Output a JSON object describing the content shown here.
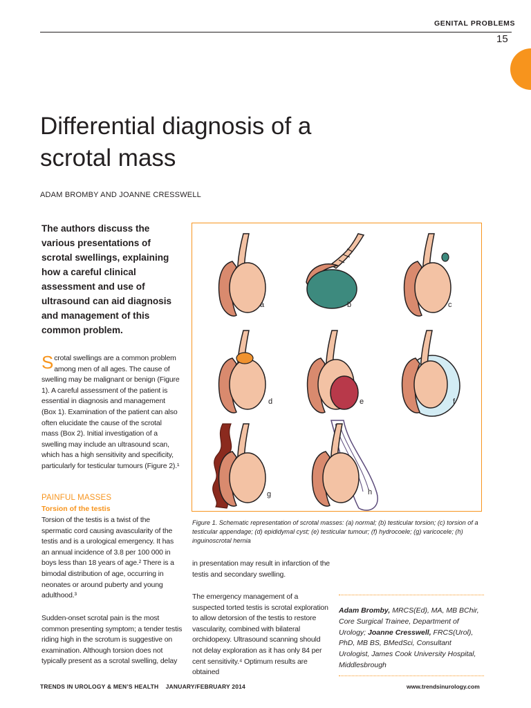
{
  "header": {
    "section": "GENITAL PROBLEMS",
    "page_number": "15"
  },
  "article": {
    "title_line1": "Differential diagnosis of a",
    "title_line2": "scrotal mass",
    "authors": "ADAM BROMBY AND JOANNE CRESSWELL",
    "standfirst": "The authors discuss the various presentations of scrotal swellings, explaining how a careful clinical assessment and use of ultrasound can aid diagnosis and management of this common problem.",
    "intro_dropcap": "S",
    "intro_text": "crotal swellings are a common problem among men of all ages. The cause of swelling may be malignant or benign (Figure 1). A careful assessment of the patient is essential in diagnosis and management (Box 1). Examination of the patient can also often elucidate the cause of the scrotal mass (Box 2). Initial investigation of a swelling may include an ultrasound scan, which has a high sensitivity and specificity, particularly for testicular tumours (Figure 2).¹",
    "section_heading": "PAINFUL MASSES",
    "subheading": "Torsion of the testis",
    "torsion_para": "Torsion of the testis is a twist of the spermatic cord causing avascularity of the testis and is a urological emergency. It has an annual incidence of 3.8 per 100 000 in boys less than 18 years of age.² There is a bimodal distribution of age, occurring in neonates or around puberty and young adulthood.³",
    "onset_para": "Sudden-onset scrotal pain is the most common presenting symptom; a tender testis riding high in the scrotum is suggestive on examination. Although torsion does not typically present as a scrotal swelling, delay",
    "col2_para1": "in presentation may result in infarction of the testis and secondary swelling.",
    "col2_para2": "The emergency management of a suspected torted testis is scrotal exploration to allow detorsion of the testis to restore vascularity, combined with bilateral orchidopexy. Ultrasound scanning should not delay exploration as it has only 84 per cent sensitivity.⁴ Optimum results are obtained"
  },
  "figure": {
    "labels": [
      "a",
      "b",
      "c",
      "d",
      "e",
      "f",
      "g",
      "h"
    ],
    "caption": "Figure 1. Schematic representation of scrotal masses: (a) normal; (b) testicular torsion; (c) torsion of a testicular appendage; (d) epididymal cyst; (e) testicular tumour; (f) hydrocoele; (g) varicocele; (h) inguinoscrotal hernia"
  },
  "bio": {
    "name1": "Adam Bromby,",
    "cred1": " MRCS(Ed), MA, MB BChir, Core Surgical Trainee, Department of Urology; ",
    "name2": "Joanne Cresswell,",
    "cred2": " FRCS(Urol), PhD, MB BS, BMedSci, Consultant Urologist, James Cook University Hospital, Middlesbrough"
  },
  "footer": {
    "journal": "TRENDS IN UROLOGY & MEN’S HEALTH",
    "issue": "JANUARY/FEBRUARY 2014",
    "website": "www.trendsinurology.com"
  },
  "colors": {
    "accent": "#f7941d",
    "testis": "#f3c2a4",
    "epididymis": "#d98a6e",
    "torsion_testis": "#3d8a7e",
    "cyst": "#f0922f",
    "tumour": "#b8394a",
    "hydrocoele": "#d3ecf4",
    "varicocele": "#8b2a1e"
  }
}
